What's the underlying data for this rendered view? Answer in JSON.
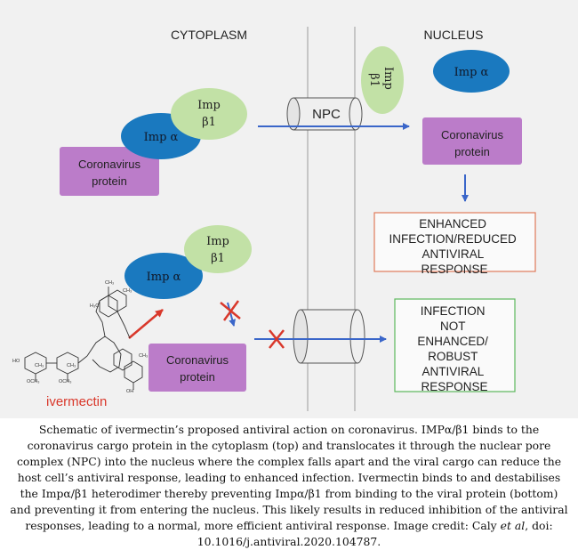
{
  "header": {
    "cytoplasm": "CYTOPLASM",
    "nucleus": "NUCLEUS"
  },
  "top": {
    "imp_b1_line1": "Imp",
    "imp_b1_line2": "β1",
    "imp_a": "Imp α",
    "protein_line1": "Coronavirus",
    "protein_line2": "protein",
    "npc": "NPC",
    "nuc_imp_b1_line1": "Imp",
    "nuc_imp_b1_line2": "β1",
    "nuc_imp_a": "Imp α",
    "nuc_protein_line1": "Coronavirus",
    "nuc_protein_line2": "protein",
    "outcome_lines": [
      "ENHANCED",
      "INFECTION/REDUCED",
      "ANTIVIRAL",
      "RESPONSE"
    ]
  },
  "bottom": {
    "imp_b1_line1": "Imp",
    "imp_b1_line2": "β1",
    "imp_a": "Imp α",
    "protein_line1": "Coronavirus",
    "protein_line2": "protein",
    "drug": "ivermectin",
    "outcome_lines": [
      "INFECTION",
      "NOT",
      "ENHANCED/",
      "ROBUST",
      "ANTIVIRAL",
      "RESPONSE"
    ]
  },
  "colors": {
    "imp_b1": "#c2e1a6",
    "imp_a": "#1a79bf",
    "protein": "#bb7cc9",
    "arrow": "#3a66c9",
    "red": "#d9382b",
    "box_red": "#e07a5a",
    "box_green": "#5cb85c"
  },
  "caption": {
    "p1": "Schematic of ivermectin’s proposed antiviral action on coronavirus. IMPα/β1 binds to the coronavirus cargo protein in the cytoplasm (top) and translocates it through the nuclear pore complex (NPC) into the nucleus where the complex falls apart and the viral cargo can reduce the host cell’s antiviral response, leading to enhanced infection. Ivermectin binds to and destabilises the Impα/β1 heterodimer thereby preventing Impα/β1 from binding to the viral protein (bottom) and preventing it from entering the nucleus. This likely results in reduced inhibition of the antiviral responses, leading to a normal, more efficient antiviral response. Image credit: Caly ",
    "etal": "et al",
    "p2": ", doi: 10.1016/j.antiviral.2020.104787."
  }
}
